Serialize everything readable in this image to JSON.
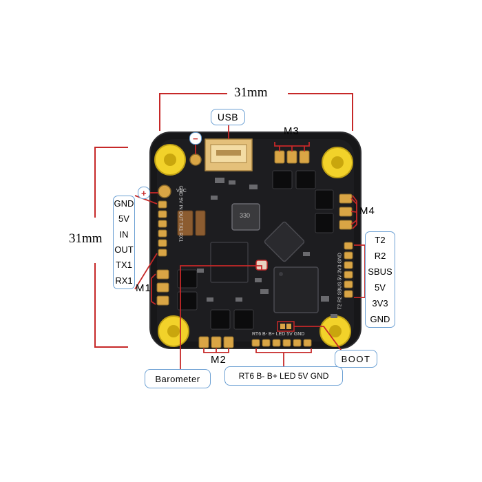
{
  "dimensions": {
    "width_label": "31mm",
    "height_label": "31mm"
  },
  "callouts": {
    "usb": "USB",
    "minus": "−",
    "plus": "+",
    "barometer": "Barometer",
    "boot": "BOOT",
    "bottom_pads": "RT6 B- B+ LED 5V GND"
  },
  "motors": {
    "m1": "M1",
    "m2": "M2",
    "m3": "M3",
    "m4": "M4"
  },
  "left_pins": [
    "GND",
    "5V",
    "IN",
    "OUT",
    "TX1",
    "RX1"
  ],
  "right_pins": [
    "T2",
    "R2",
    "SBUS",
    "5V",
    "3V3",
    "GND"
  ],
  "board_silkscreen": {
    "left_edge": "GND 5V IN OUT TX1 RX1",
    "right_edge": "T2 R2 SBUS 5V 3V3 GND",
    "bottom_edge": "RT6 B- B+ LED 5V GND",
    "vcc": "VCC",
    "inductor": "330"
  },
  "colors": {
    "annotation_red": "#c62828",
    "callout_border": "#6a9fd3",
    "board": "#1b1b1d",
    "mounting_yellow": "#f2d22a",
    "pad_gold": "#d9a545"
  }
}
